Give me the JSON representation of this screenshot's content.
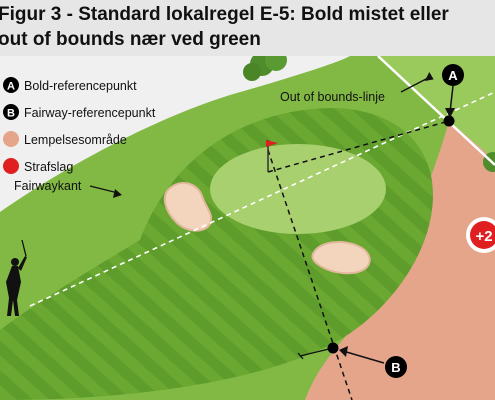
{
  "title": {
    "line1": "Figur 3 - Standard lokalregel E-5: Bold mistet eller",
    "line2": "out of bounds nær ved green"
  },
  "legend": [
    {
      "marker": "A",
      "label": "Bold-referencepunkt"
    },
    {
      "marker": "B",
      "label": "Fairway-referencepunkt"
    },
    {
      "marker": "",
      "label": "Lempelsesområde"
    },
    {
      "marker": "",
      "label": "Strafslag"
    }
  ],
  "labels": {
    "out_of_bounds": "Out of bounds-linje",
    "fairway_edge": "Fairwaykant"
  },
  "markers": {
    "a": "A",
    "b": "B",
    "penalty": "+2"
  },
  "colors": {
    "rough": "#7db541",
    "fairway_light": "#6aa832",
    "fairway_dark": "#5b9a29",
    "green": "#a3cf6b",
    "bunker": "#f3d3bc",
    "relief_area": "#e5a58b",
    "penalty_red": "#e02020",
    "header_bg": "#e6e6e6"
  }
}
